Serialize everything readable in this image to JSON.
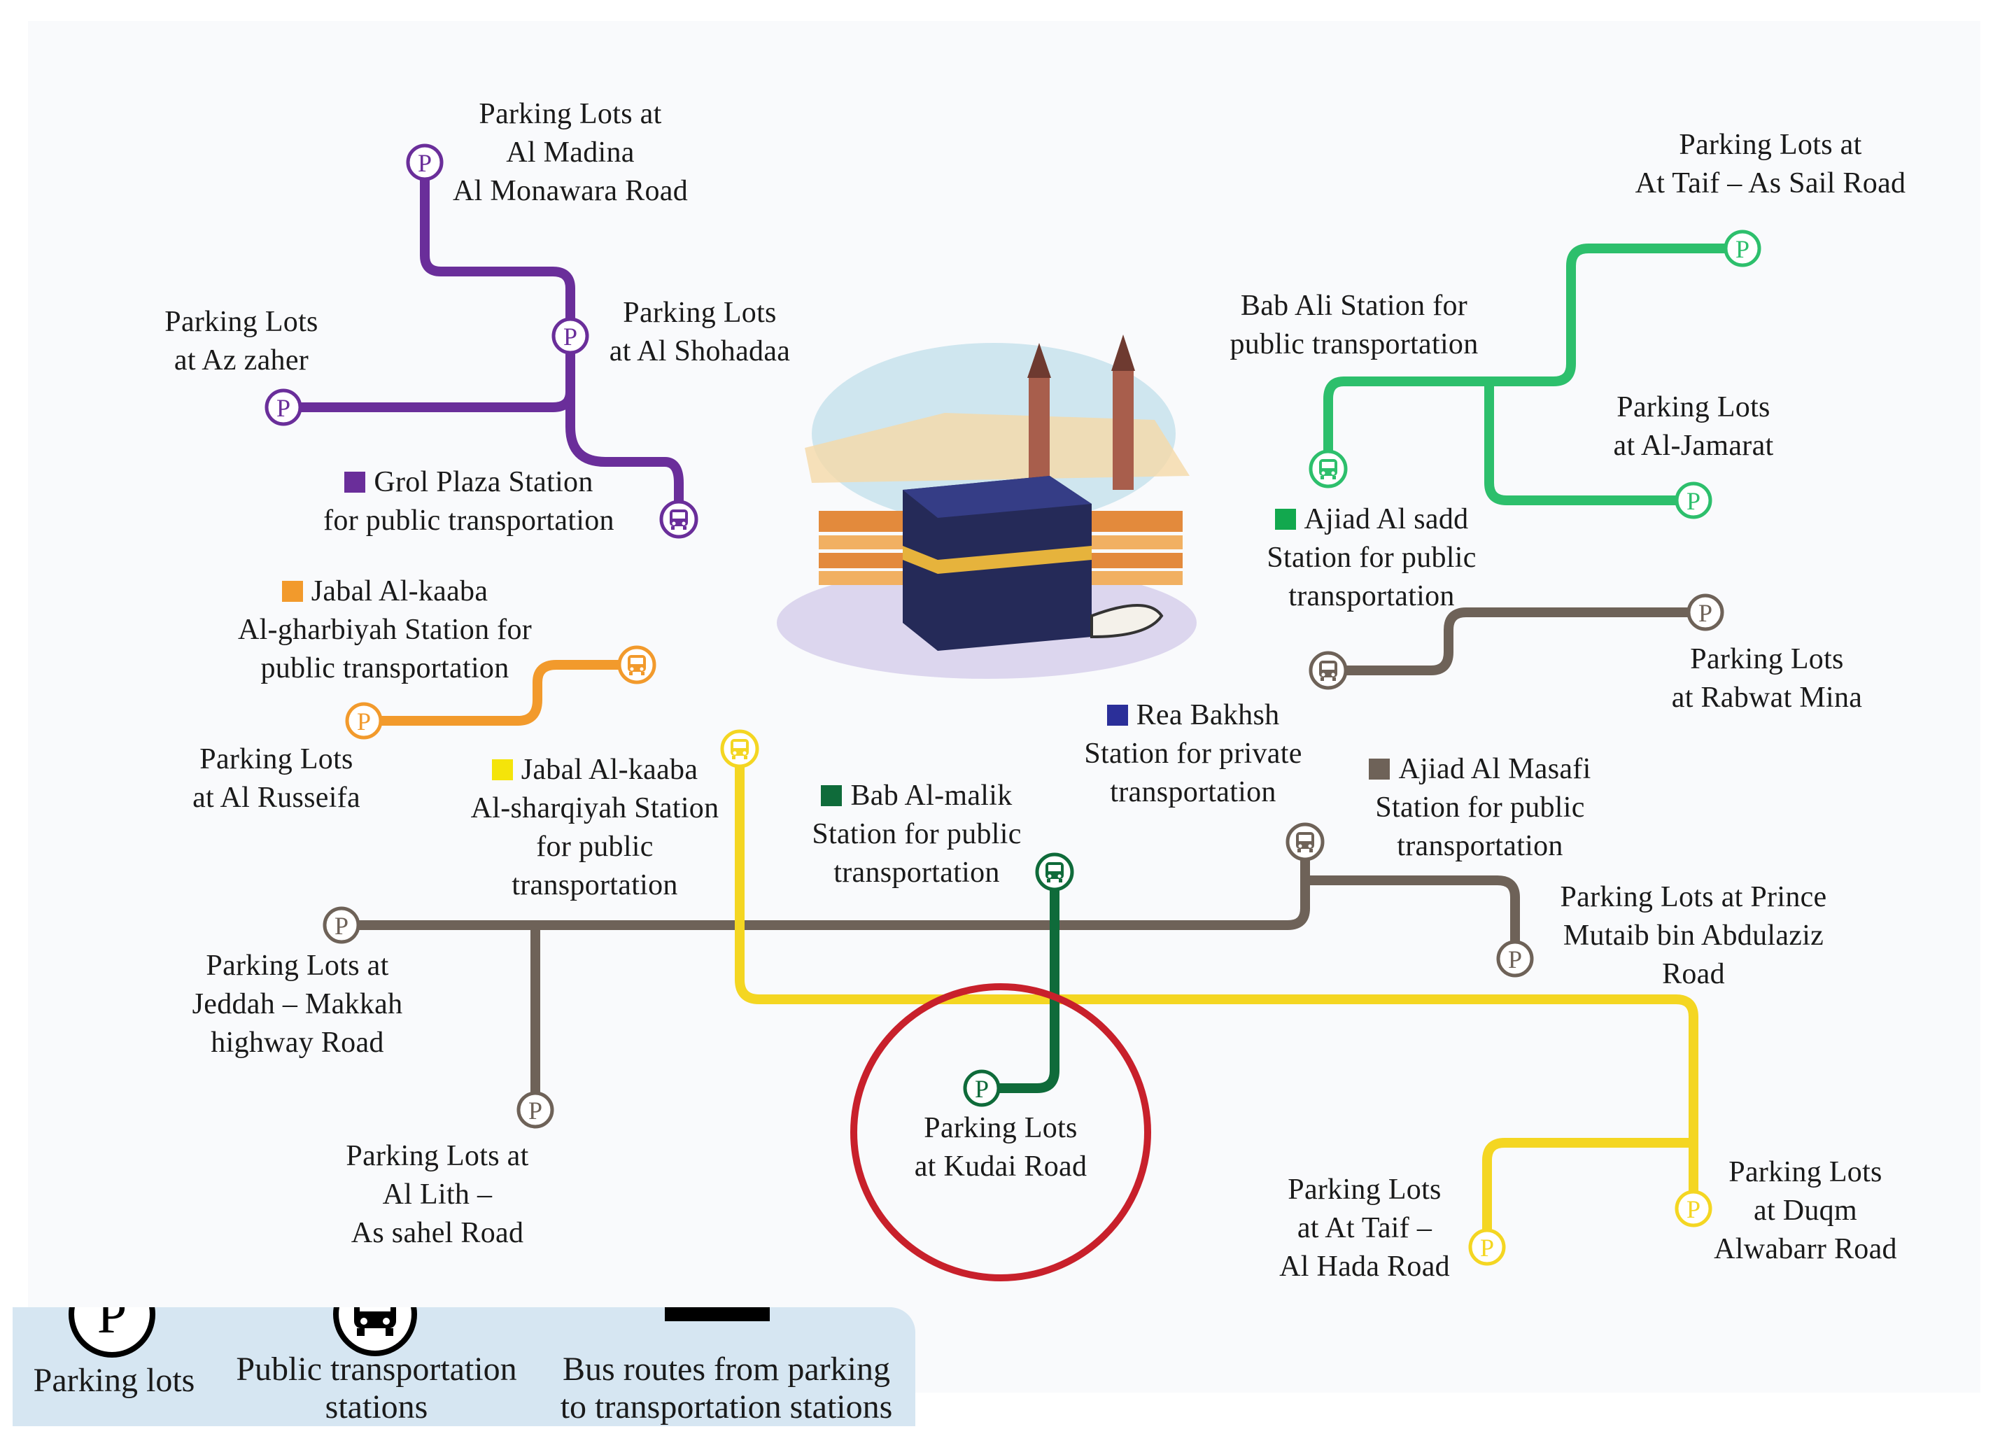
{
  "colors": {
    "purple": "#6a2e9a",
    "green_light": "#2dbf6c",
    "orange": "#f29a2c",
    "yellow": "#f4d622",
    "brown": "#6e6258",
    "dark_green": "#0f6b3a",
    "blue": "#2b2f99",
    "highlight_circle": "#c8202b",
    "legend_bg": "#d6e6f2"
  },
  "icons": {
    "parking": "parking-p-circle-icon",
    "station": "bus-circle-icon",
    "kaaba": "kaaba-illustration"
  },
  "labels": {
    "madina": "Parking Lots at\nAl Madina\nAl Monawara Road",
    "shohadaa": "Parking Lots\nat Al Shohadaa",
    "azzaher": "Parking Lots\nat Az zaher",
    "grol": "Grol Plaza Station\nfor public transportation",
    "gharbiyah": "Jabal Al-kaaba\nAl-gharbiyah Station for\npublic transportation",
    "russeifa": "Parking Lots\nat Al Russeifa",
    "sharqiyah": "Jabal Al-kaaba\nAl-sharqiyah Station\nfor public\ntransportation",
    "babmalik": "Bab Al-malik\nStation for public\ntransportation",
    "rea": "Rea Bakhsh\nStation for private\ntransportation",
    "masafi": "Ajiad Al Masafi\nStation for public\ntransportation",
    "mutaib": "Parking Lots at Prince\nMutaib bin Abdulaziz\nRoad",
    "jeddah": "Parking Lots at\nJeddah – Makkah\nhighway Road",
    "lith": "Parking Lots at\nAl Lith –\nAs sahel Road",
    "kudai": "Parking Lots\nat Kudai Road",
    "hada": "Parking Lots\nat At Taif –\nAl Hada Road",
    "duqm": "Parking Lots\nat Duqm\nAlwabarr Road",
    "taif_sail": "Parking Lots at\nAt Taif – As Sail Road",
    "babali": "Bab Ali Station for\npublic transportation",
    "jamarat": "Parking Lots\nat Al-Jamarat",
    "sadd": "Ajiad Al sadd\nStation for public\ntransportation",
    "rabwat": "Parking Lots\nat Rabwat Mina"
  },
  "legend": {
    "parking": "Parking lots",
    "stations": "Public transportation\nstations",
    "routes": "Bus routes from parking\nto transportation stations"
  }
}
